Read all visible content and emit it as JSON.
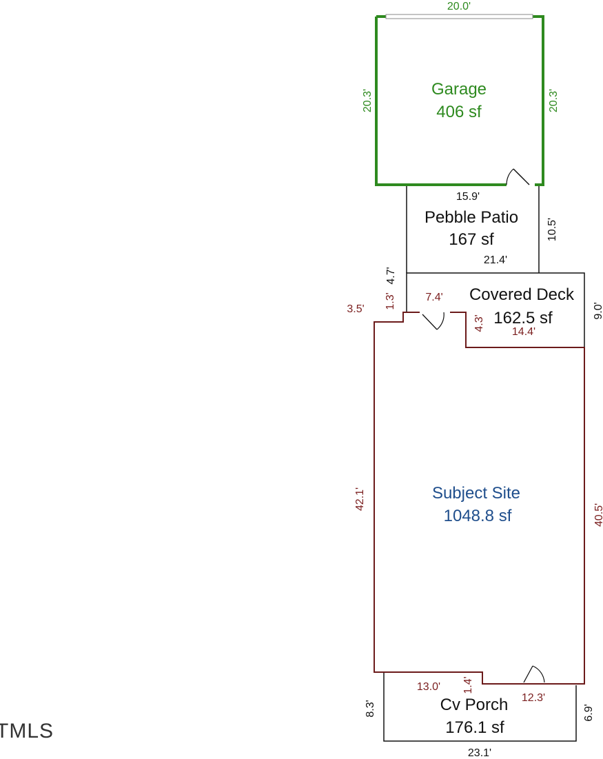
{
  "colors": {
    "garage": "#2e8a1f",
    "subject": "#6b1a1a",
    "subject_label": "#1f4e8c",
    "dim_red": "#7a1e1e",
    "black": "#111111"
  },
  "watermark": "TMLS",
  "rooms": {
    "garage": {
      "name": "Garage",
      "area": "406 sf"
    },
    "patio": {
      "name": "Pebble Patio",
      "area": "167 sf"
    },
    "deck": {
      "name": "Covered Deck",
      "area": "162.5 sf"
    },
    "subject": {
      "name": "Subject Site",
      "area": "1048.8 sf"
    },
    "porch": {
      "name": "Cv Porch",
      "area": "176.1 sf"
    }
  },
  "dimensions": {
    "garage_top": "20.0'",
    "garage_left": "20.3'",
    "garage_right": "20.3'",
    "patio_top": "15.9'",
    "patio_right": "10.5'",
    "patio_bottom": "21.4'",
    "patio_left": "4.7'",
    "deck_right": "9.0'",
    "deck_inner": "7.4'",
    "deck_step_left": "3.5'",
    "deck_step_vert": "1.3'",
    "deck_notch": "4.3'",
    "deck_bottom": "14.4'",
    "subject_left": "42.1'",
    "subject_right": "40.5'",
    "porch_top_left": "13.0'",
    "porch_step": "1.4'",
    "porch_top_right": "12.3'",
    "porch_left": "8.3'",
    "porch_right": "6.9'",
    "porch_bottom": "23.1'"
  }
}
